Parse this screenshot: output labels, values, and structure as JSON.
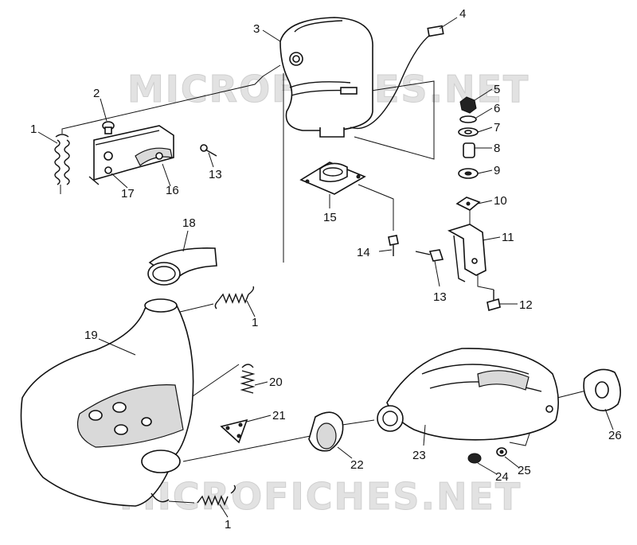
{
  "watermarks": [
    "MICROFICHES.NET",
    "MICROFICHES.NET"
  ],
  "callouts": {
    "c1a": "1",
    "c2": "2",
    "c3": "3",
    "c4": "4",
    "c5": "5",
    "c6": "6",
    "c7": "7",
    "c8": "8",
    "c9": "9",
    "c10": "10",
    "c11": "11",
    "c12": "12",
    "c13a": "13",
    "c13b": "13",
    "c14": "14",
    "c15": "15",
    "c16": "16",
    "c17": "17",
    "c18": "18",
    "c19": "19",
    "c1b": "1",
    "c20": "20",
    "c21": "21",
    "c22": "22",
    "c23": "23",
    "c24": "24",
    "c25": "25",
    "c26": "26",
    "c1c": "1"
  }
}
